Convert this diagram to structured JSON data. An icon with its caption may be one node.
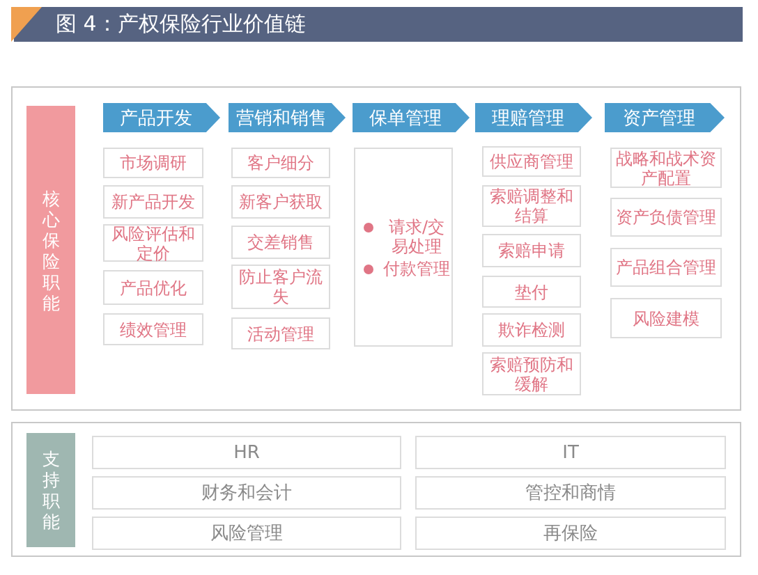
{
  "diagram": {
    "title": "图 4：产权保险行业价值链",
    "nodes": [
      {
        "text": [],
        "shape": "box"
      },
      {
        "text": [
          "核心保险职能"
        ],
        "in": 0
      },
      {
        "text": [
          "产品开发"
        ],
        "in": 0
      },
      {
        "text": [
          "市场调研"
        ],
        "in": 0
      },
      {
        "text": [
          "新产品开发"
        ],
        "in": 0
      },
      {
        "text": [
          "风险评估和定价"
        ],
        "in": 0
      },
      {
        "text": [
          "产品优化"
        ],
        "in": 0
      },
      {
        "text": [
          "绩效管理"
        ],
        "in": 0
      },
      {
        "text": [
          "营销和销售"
        ],
        "in": 0
      },
      {
        "text": [
          "客户细分"
        ],
        "in": 0
      },
      {
        "text": [
          "新客户获取"
        ],
        "in": 0
      },
      {
        "text": [
          "交差销售"
        ],
        "in": 0
      },
      {
        "text": [
          "防止客户流失"
        ],
        "in": 0
      },
      {
        "text": [
          "活动管理"
        ],
        "in": 0
      },
      {
        "text": [
          "保单管理"
        ],
        "in": 0
      },
      {
        "text": [
          "请求/交易处理",
          "付款管理"
        ],
        "in": 0
      },
      {
        "text": [
          "理赔管理"
        ],
        "in": 0
      },
      {
        "text": [
          "供应商管理"
        ],
        "in": 0
      },
      {
        "text": [
          "索赔调整和结算"
        ],
        "in": 0
      },
      {
        "text": [
          "索赔申请"
        ],
        "in": 0
      },
      {
        "text": [
          "垫付"
        ],
        "in": 0
      },
      {
        "text": [
          "欺诈检测"
        ],
        "in": 0
      },
      {
        "text": [
          "索赔预防和缓解"
        ],
        "in": 0
      },
      {
        "text": [
          "资产管理"
        ],
        "in": 0
      },
      {
        "text": [
          "战略和战术资产配置"
        ],
        "in": 0
      },
      {
        "text": [
          "资产负债管理"
        ],
        "in": 0
      },
      {
        "text": [
          "产品组合管理"
        ],
        "in": 0
      },
      {
        "text": [
          "风险建模"
        ],
        "in": 0
      },
      {
        "text": [],
        "shape": "box"
      },
      {
        "text": [
          "支持职能"
        ],
        "in": 28
      },
      {
        "text": [
          "HR"
        ],
        "in": 28
      },
      {
        "text": [
          "IT"
        ],
        "in": 28
      },
      {
        "text": [
          "财务和会计"
        ],
        "in": 28
      },
      {
        "text": [
          "管控和商情"
        ],
        "in": 28
      },
      {
        "text": [
          "风险管理"
        ],
        "in": 28
      },
      {
        "text": [
          "再保险"
        ],
        "in": 28
      }
    ]
  }
}
